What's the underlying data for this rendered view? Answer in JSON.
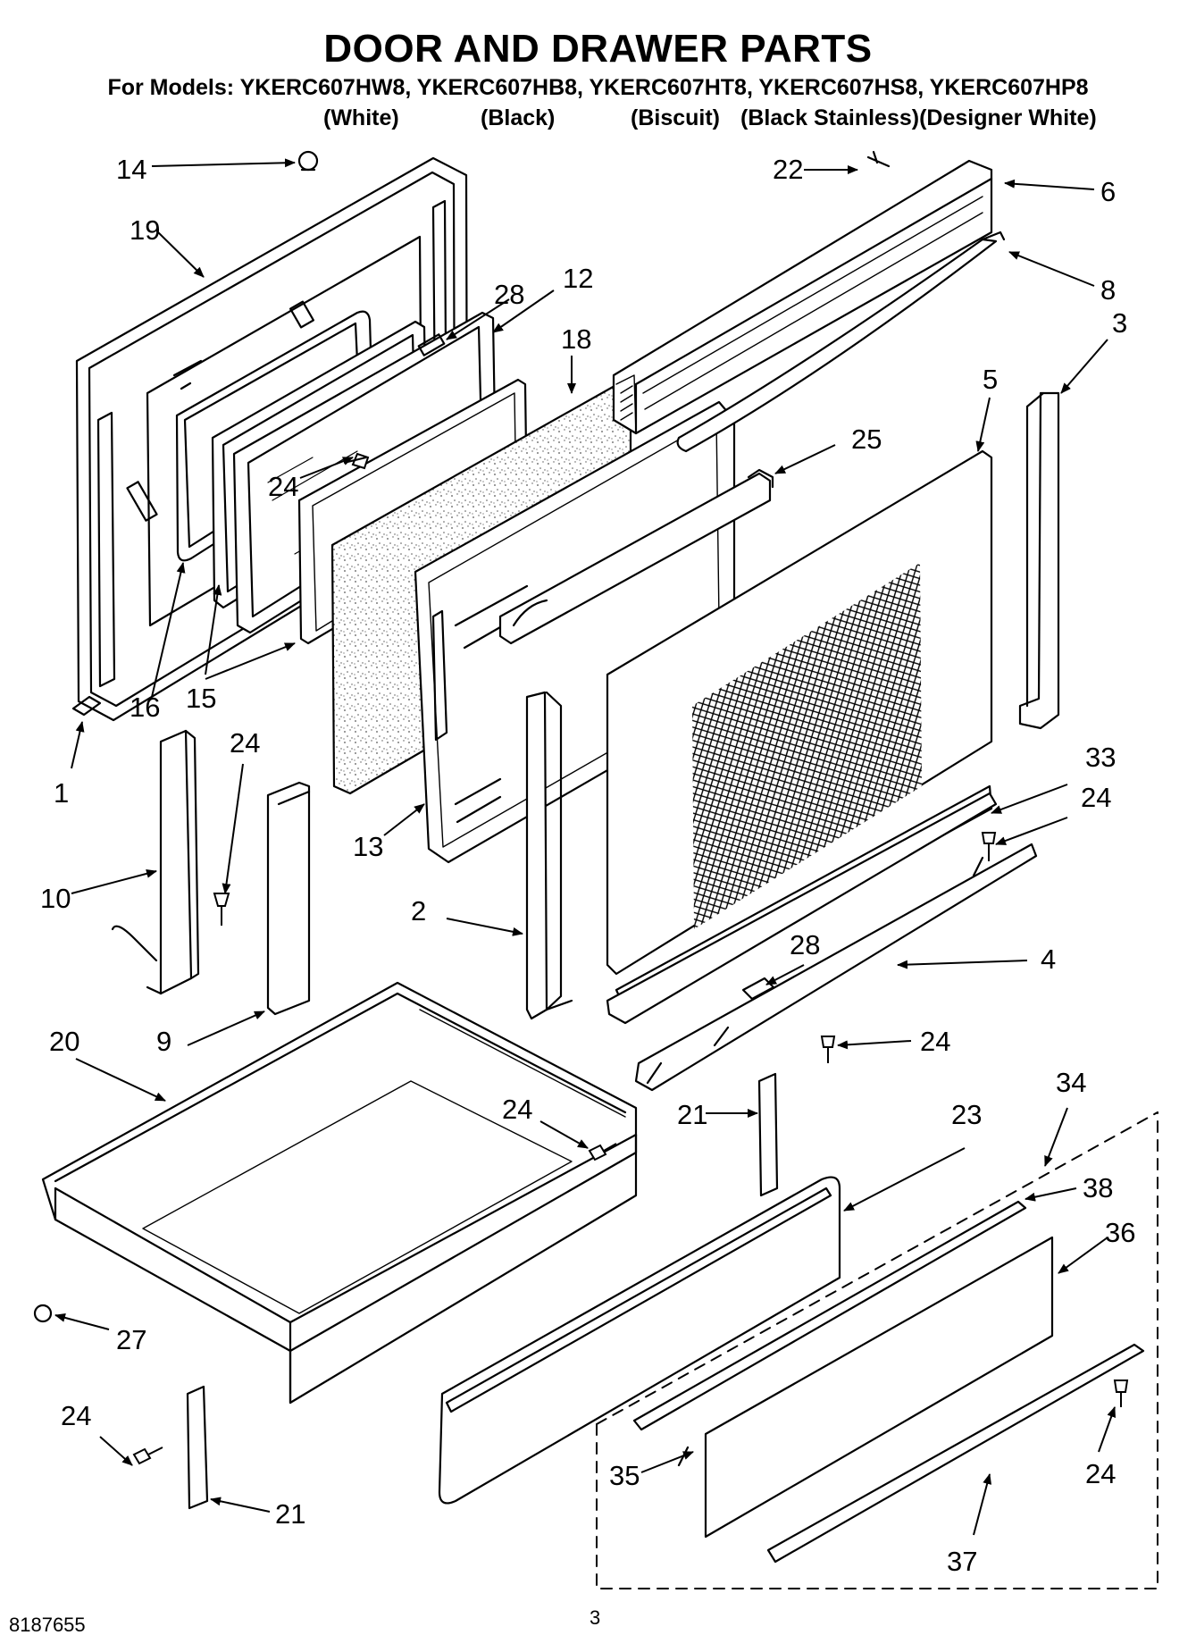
{
  "header": {
    "title": "DOOR AND DRAWER PARTS",
    "models_line": "For Models: YKERC607HW8, YKERC607HB8, YKERC607HT8, YKERC607HS8, YKERC607HP8",
    "variants": [
      "(White)",
      "(Black)",
      "(Biscuit)",
      "(Black Stainless)(Designer White)"
    ]
  },
  "callouts": {
    "c1": "1",
    "c2": "2",
    "c3": "3",
    "c4": "4",
    "c5": "5",
    "c6": "6",
    "c8": "8",
    "c9": "9",
    "c10": "10",
    "c12": "12",
    "c13": "13",
    "c14": "14",
    "c15": "15",
    "c16": "16",
    "c18": "18",
    "c19": "19",
    "c20": "20",
    "c21a": "21",
    "c21b": "21",
    "c22": "22",
    "c23": "23",
    "c24a": "24",
    "c24b": "24",
    "c24c": "24",
    "c24d": "24",
    "c24e": "24",
    "c24f": "24",
    "c24g": "24",
    "c25": "25",
    "c27": "27",
    "c28a": "28",
    "c28b": "28",
    "c33": "33",
    "c34": "34",
    "c35": "35",
    "c36": "36",
    "c37": "37",
    "c38": "38"
  },
  "footer": {
    "document_number": "8187655",
    "page_number": "3"
  }
}
